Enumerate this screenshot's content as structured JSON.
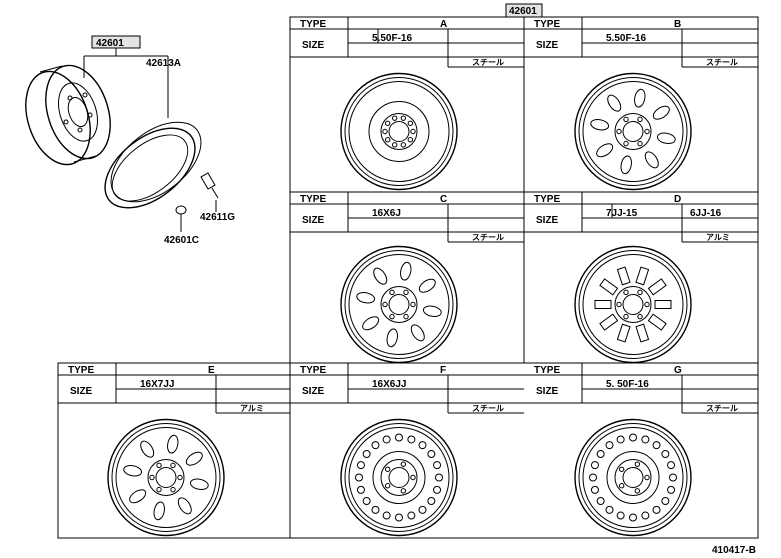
{
  "title_part": "42601",
  "header": {
    "type": "TYPE",
    "size": "SIZE"
  },
  "exploded": {
    "part_wheel": "42601",
    "part_tire": "42613A",
    "part_valve": "42611G",
    "part_cap": "42601C"
  },
  "types": [
    {
      "letter": "A",
      "size": "5.50F-16",
      "size2": "",
      "material": "スチール"
    },
    {
      "letter": "B",
      "size": "5.50F-16",
      "size2": "",
      "material": "スチール"
    },
    {
      "letter": "C",
      "size": "16X6J",
      "size2": "",
      "material": "スチール"
    },
    {
      "letter": "D",
      "size": "7JJ-15",
      "size2": "6JJ-16",
      "material": "アルミ"
    },
    {
      "letter": "E",
      "size": "16X7JJ",
      "size2": "",
      "material": "アルミ"
    },
    {
      "letter": "F",
      "size": "16X6JJ",
      "size2": "",
      "material": "スチール"
    },
    {
      "letter": "G",
      "size": "5. 50F-16",
      "size2": "",
      "material": "スチール"
    }
  ],
  "diagram_id": "410417-B"
}
